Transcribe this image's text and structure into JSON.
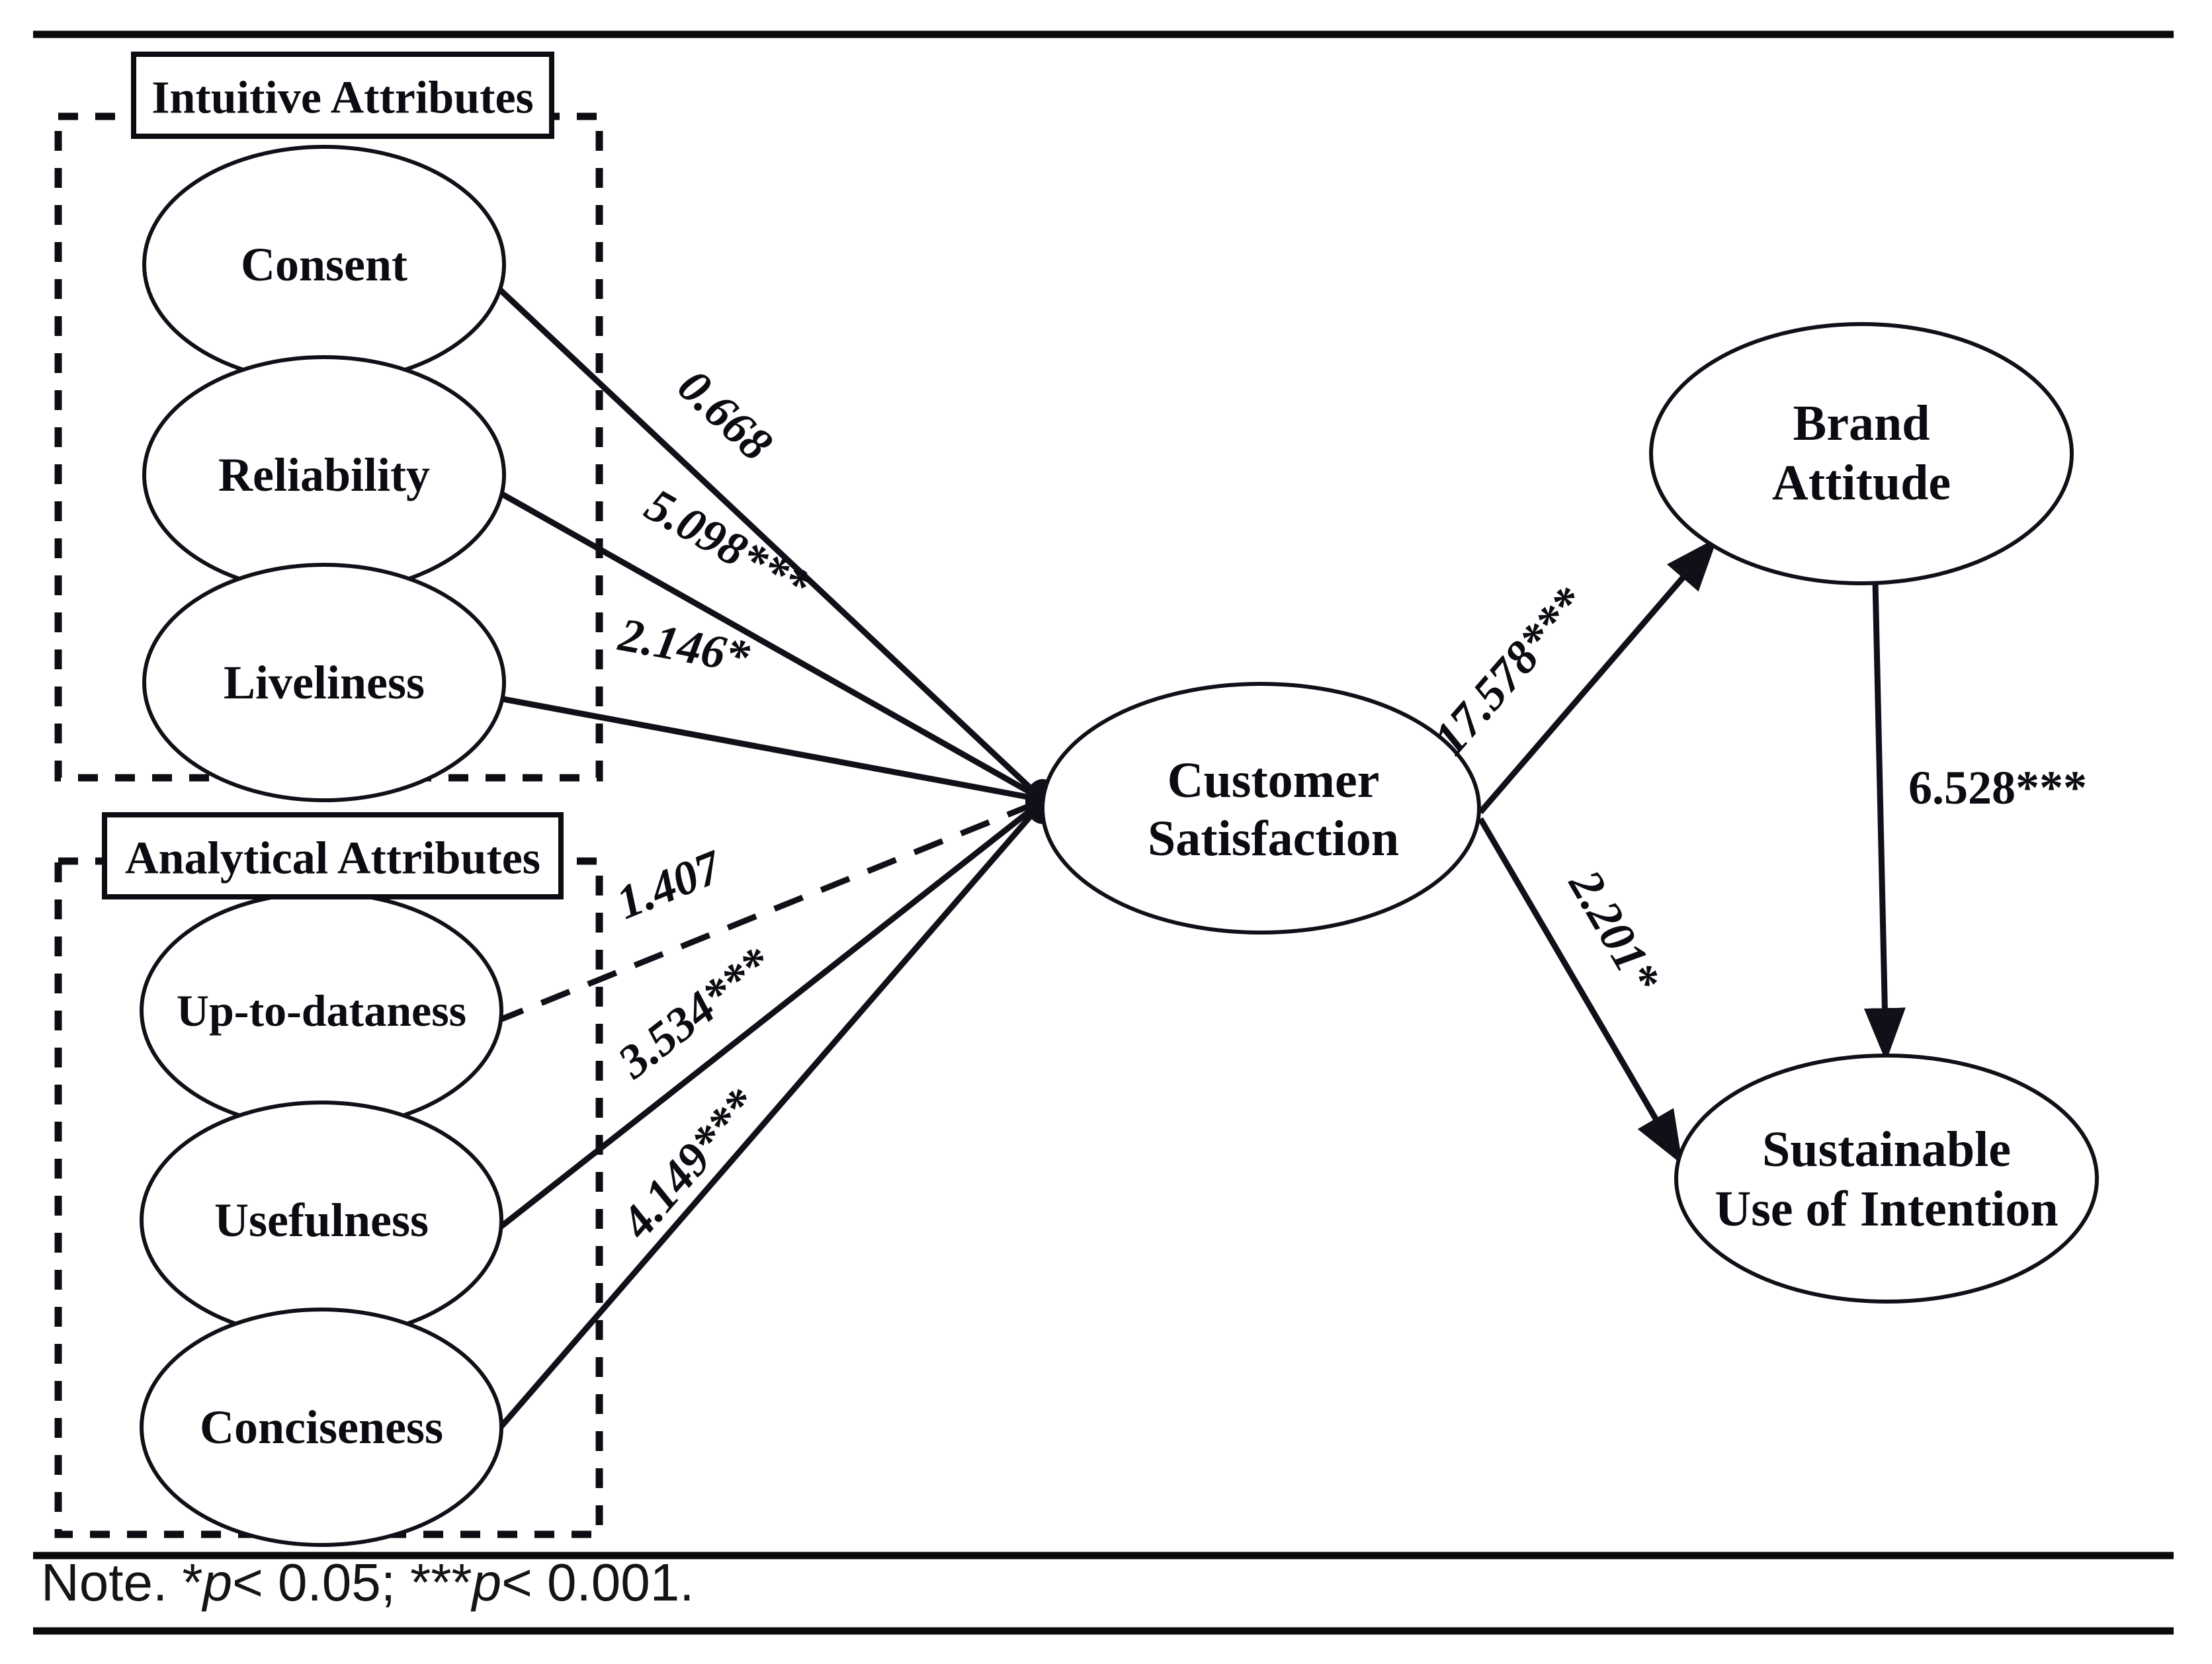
{
  "figure": {
    "type": "structural-equation-model-path-diagram",
    "background": "#ffffff",
    "ink_color": "#101018"
  },
  "groups": [
    {
      "id": "intuitive",
      "label": "Intuitive Attributes",
      "border_style": "dashed",
      "members": [
        "Consent",
        "Reliability",
        "Liveliness"
      ]
    },
    {
      "id": "analytical",
      "label": "Analytical Attributes",
      "border_style": "dashed",
      "members": [
        "Up-to-dataness",
        "Usefulness",
        "Conciseness"
      ]
    }
  ],
  "nodes": {
    "consent": {
      "label": "Consent",
      "shape": "ellipse"
    },
    "reliability": {
      "label": "Reliability",
      "shape": "ellipse"
    },
    "liveliness": {
      "label": "Liveliness",
      "shape": "ellipse"
    },
    "uptodataness": {
      "label": "Up-to-dataness",
      "shape": "ellipse"
    },
    "usefulness": {
      "label": "Usefulness",
      "shape": "ellipse"
    },
    "conciseness": {
      "label": "Conciseness",
      "shape": "ellipse"
    },
    "customer_satisfaction": {
      "label_line1": "Customer",
      "label_line2": "Satisfaction",
      "shape": "ellipse"
    },
    "brand_attitude": {
      "label_line1": "Brand",
      "label_line2": "Attitude",
      "shape": "ellipse"
    },
    "sustainable_use": {
      "label_line1": "Sustainable",
      "label_line2": "Use of Intention",
      "shape": "ellipse"
    }
  },
  "paths": [
    {
      "id": "consent-cs",
      "from": "Consent",
      "to": "Customer Satisfaction",
      "value": "0.668",
      "significance": "",
      "line_style": "solid",
      "significant": false
    },
    {
      "id": "reliability-cs",
      "from": "Reliability",
      "to": "Customer Satisfaction",
      "value": "5.098***",
      "significance": "***",
      "line_style": "solid",
      "significant": true
    },
    {
      "id": "liveliness-cs",
      "from": "Liveliness",
      "to": "Customer Satisfaction",
      "value": "2.146*",
      "significance": "*",
      "line_style": "solid",
      "significant": true
    },
    {
      "id": "uptodataness-cs",
      "from": "Up-to-dataness",
      "to": "Customer Satisfaction",
      "value": "1.407",
      "significance": "",
      "line_style": "dashed",
      "significant": false
    },
    {
      "id": "usefulness-cs",
      "from": "Usefulness",
      "to": "Customer Satisfaction",
      "value": "3.534***",
      "significance": "***",
      "line_style": "solid",
      "significant": true
    },
    {
      "id": "conciseness-cs",
      "from": "Conciseness",
      "to": "Customer Satisfaction",
      "value": "4.149***",
      "significance": "***",
      "line_style": "solid",
      "significant": true
    },
    {
      "id": "cs-brand",
      "from": "Customer Satisfaction",
      "to": "Brand Attitude",
      "value": "17.578***",
      "significance": "***",
      "line_style": "solid",
      "significant": true
    },
    {
      "id": "cs-sustainable",
      "from": "Customer Satisfaction",
      "to": "Sustainable Use of Intention",
      "value": "2.201*",
      "significance": "*",
      "line_style": "solid",
      "significant": true
    },
    {
      "id": "brand-sustainable",
      "from": "Brand Attitude",
      "to": "Sustainable Use of Intention",
      "value": "6.528***",
      "significance": "***",
      "line_style": "solid",
      "significant": true
    }
  ],
  "note": {
    "prefix": "Note. *",
    "p1": "p",
    "mid": "< 0.05;  ***",
    "p2": "p",
    "suffix": "< 0.001."
  }
}
